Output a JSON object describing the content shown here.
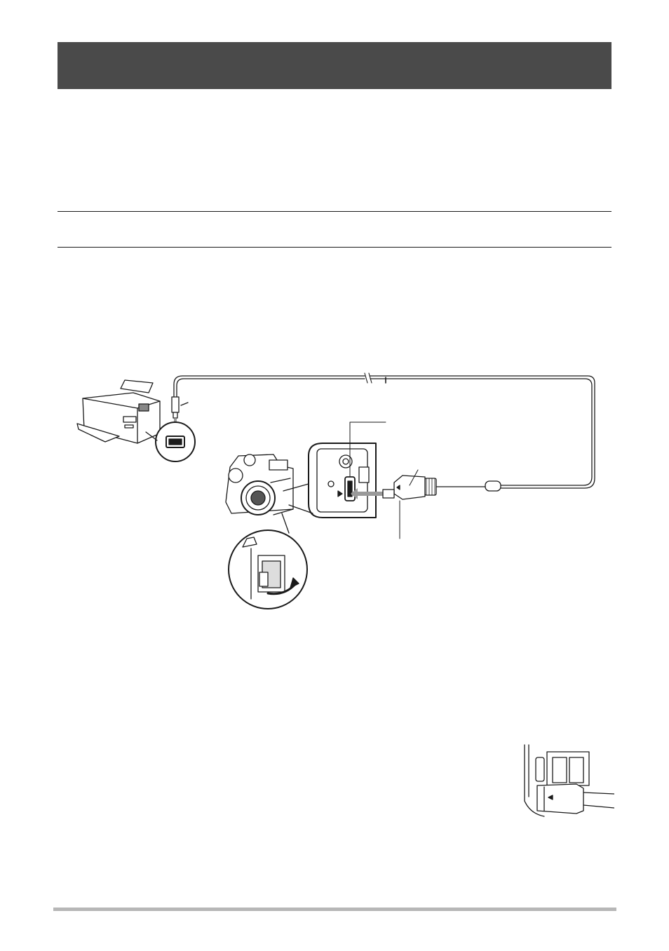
{
  "document": {
    "header_band_color": "#4a4a4a",
    "footer_bar_color": "#b7b7b7"
  },
  "figures": [
    {
      "name": "printer-camera-usb-connection",
      "depicts": [
        "printer",
        "usb-cable",
        "camera",
        "usb-port-cover"
      ]
    },
    {
      "name": "usb-plug-orientation-inset",
      "depicts": [
        "camera-port",
        "usb-plug"
      ]
    }
  ]
}
